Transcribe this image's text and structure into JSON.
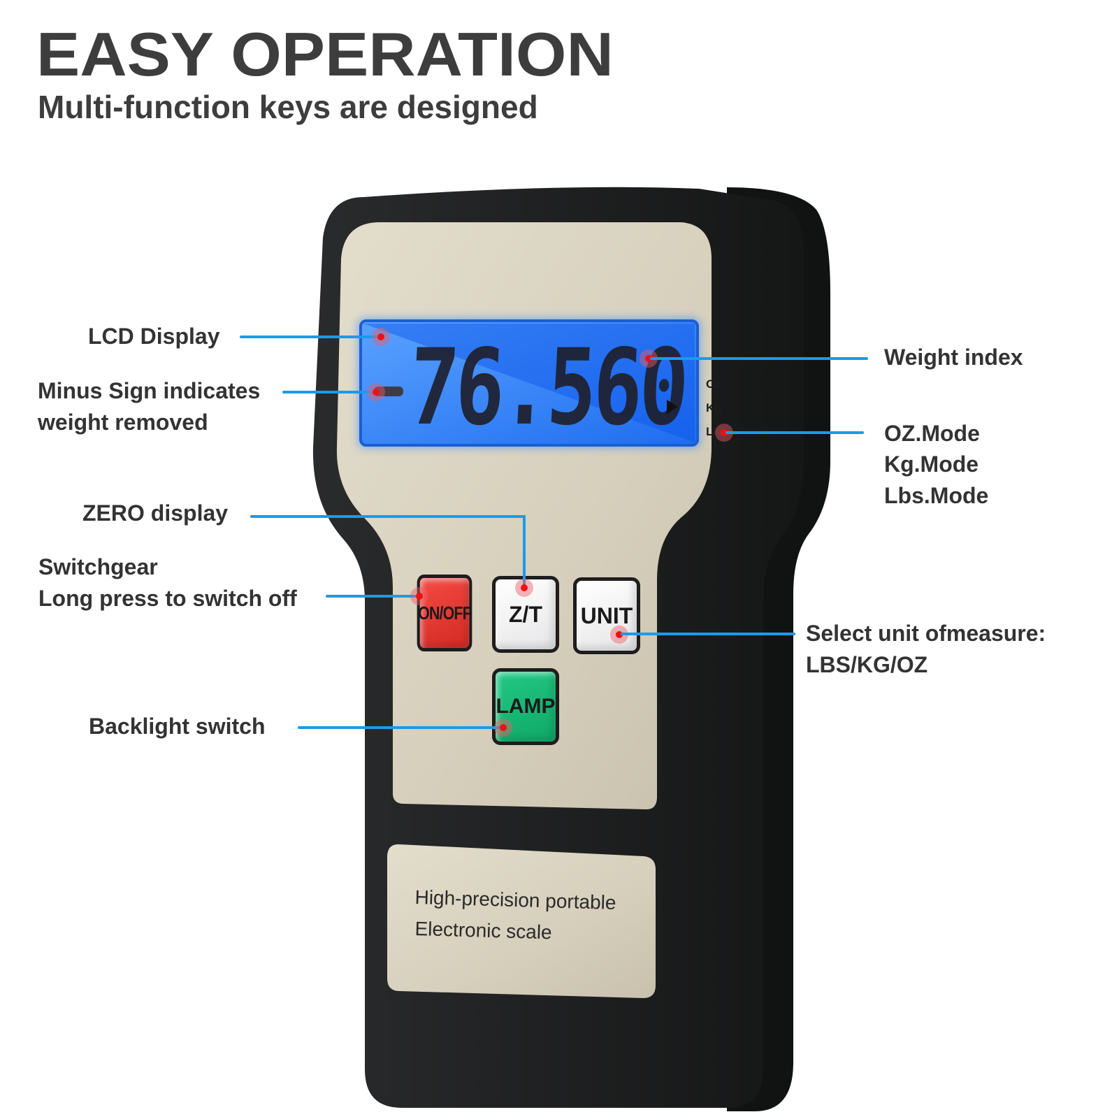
{
  "header": {
    "title": "EASY OPERATION",
    "subtitle": "Multi-function keys are designed"
  },
  "display": {
    "reading": "76.560",
    "sign": "-",
    "units": [
      "Oz",
      "Kg",
      "Lb"
    ],
    "active_unit": "Lb",
    "backlight_color": "#2f86ff"
  },
  "keys": {
    "on_off": "ON/OFF",
    "zero_tare": "Z/T",
    "unit": "UNIT",
    "lamp": "LAMP"
  },
  "nameplate": {
    "line1": "High-precision portable",
    "line2": "Electronic scale"
  },
  "callouts": {
    "lcd_display": "LCD Display",
    "minus_sign_line1": "Minus Sign indicates",
    "minus_sign_line2": "weight removed",
    "zero_display": "ZERO display",
    "switchgear_line1": "Switchgear",
    "switchgear_line2": "Long press to switch off",
    "backlight_switch": "Backlight switch",
    "weight_index": "Weight index",
    "oz_mode": "OZ.Mode",
    "kg_mode": "Kg.Mode",
    "lbs_mode": "Lbs.Mode",
    "select_unit_line1": "Select unit ofmeasure:",
    "select_unit_line2": "LBS/KG/OZ"
  },
  "colors": {
    "leader_line": "#1a9bea",
    "marker_dot": "#ee1111",
    "body": "#222324",
    "faceplate": "#d8d1bf",
    "on_off_key": "#e63a34",
    "lamp_key": "#15b874"
  }
}
